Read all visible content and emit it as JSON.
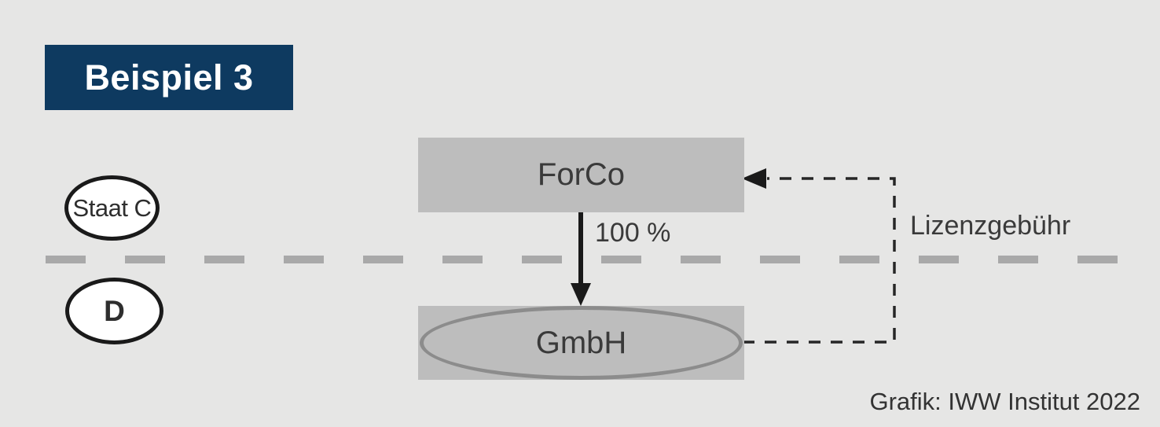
{
  "title_badge": {
    "label": "Beispiel 3"
  },
  "diagram": {
    "parent_box": {
      "label": "ForCo"
    },
    "subsidiary_box": {
      "label": "GmbH"
    },
    "country_top": {
      "label": "Staat C"
    },
    "country_bottom": {
      "label": "D"
    },
    "ownership_label": "100 %",
    "flow_label": "Lizenzgebühr"
  },
  "footer": {
    "credit": "Grafik: IWW Institut 2022"
  },
  "colors": {
    "bg": "#e6e6e5",
    "navy": "#0e3a60",
    "boxgray": "#bdbdbd",
    "dividergray": "#a9a9a9",
    "ellipsestroke": "#8c8c8c",
    "ink": "#262626",
    "text": "#3a3a3a"
  }
}
